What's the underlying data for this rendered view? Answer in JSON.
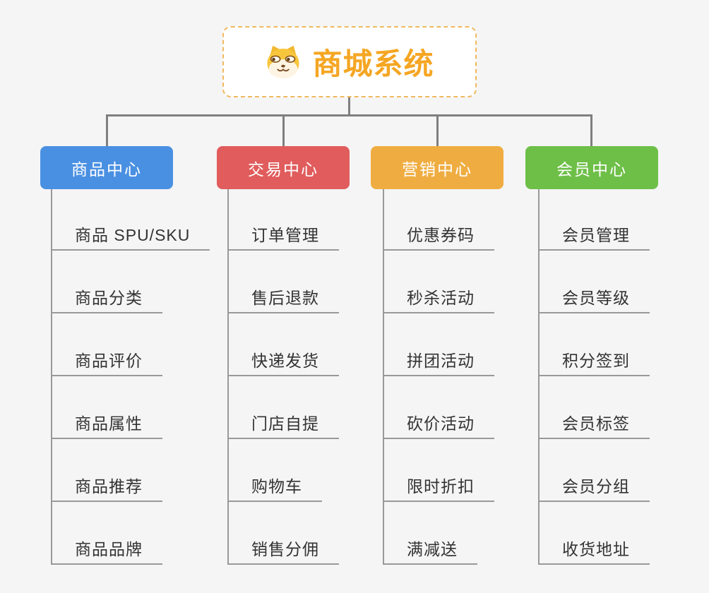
{
  "root": {
    "title": "商城系统",
    "icon": "shiba-dog-icon",
    "text_color": "#f5a623",
    "border_color": "#f0b960"
  },
  "branches": [
    {
      "label": "商品中心",
      "color": "#4a90e2",
      "children": [
        "商品 SPU/SKU",
        "商品分类",
        "商品评价",
        "商品属性",
        "商品推荐",
        "商品品牌"
      ]
    },
    {
      "label": "交易中心",
      "color": "#e15c5c",
      "children": [
        "订单管理",
        "售后退款",
        "快递发货",
        "门店自提",
        "购物车",
        "销售分佣"
      ]
    },
    {
      "label": "营销中心",
      "color": "#efad41",
      "children": [
        "优惠券码",
        "秒杀活动",
        "拼团活动",
        "砍价活动",
        "限时折扣",
        "满减送"
      ]
    },
    {
      "label": "会员中心",
      "color": "#6ebf48",
      "children": [
        "会员管理",
        "会员等级",
        "积分签到",
        "会员标签",
        "会员分组",
        "收货地址"
      ]
    }
  ],
  "palette": {
    "background": "#f5f5f5",
    "connector_line": "#7f7f7f",
    "leaf_line": "#999999",
    "leaf_text": "#333333"
  }
}
